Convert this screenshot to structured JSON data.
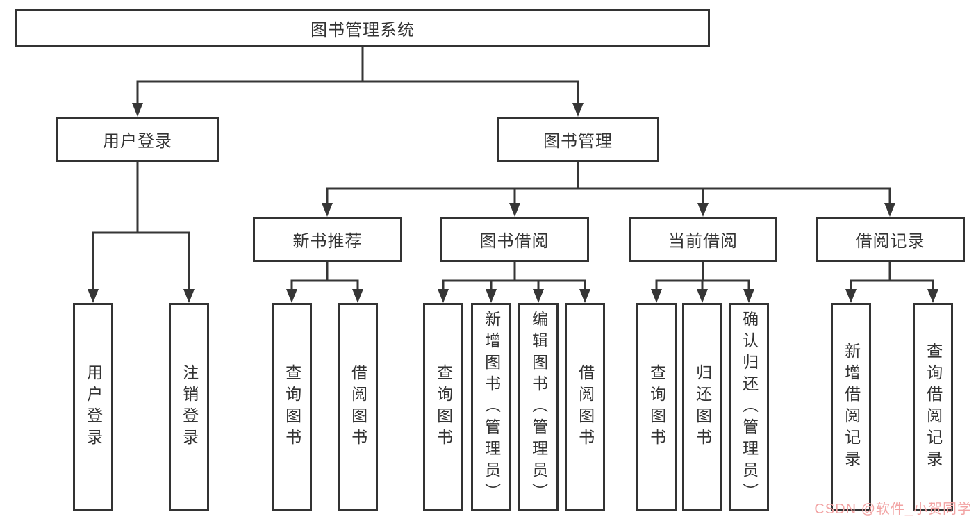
{
  "diagram": {
    "root": {
      "label": "图书管理系统"
    },
    "branches": [
      {
        "label": "用户登录",
        "children": [
          {
            "label": "用户登录"
          },
          {
            "label": "注销登录"
          }
        ]
      },
      {
        "label": "图书管理",
        "children": [
          {
            "label": "新书推荐",
            "children": [
              {
                "label": "查询图书"
              },
              {
                "label": "借阅图书"
              }
            ]
          },
          {
            "label": "图书借阅",
            "children": [
              {
                "label": "查询图书"
              },
              {
                "label": "新增图书（管理员）"
              },
              {
                "label": "编辑图书（管理员）"
              },
              {
                "label": "借阅图书"
              }
            ]
          },
          {
            "label": "当前借阅",
            "children": [
              {
                "label": "查询图书"
              },
              {
                "label": "归还图书"
              },
              {
                "label": "确认归还（管理员）"
              }
            ]
          },
          {
            "label": "借阅记录",
            "children": [
              {
                "label": "新增借阅记录"
              },
              {
                "label": "查询借阅记录"
              }
            ]
          }
        ]
      }
    ]
  },
  "watermark": {
    "text": "CSDN @软件_小贺同学",
    "color": "#f2a3a3"
  },
  "colors": {
    "line": "#363636",
    "box_border": "#333333",
    "text": "#333333"
  }
}
